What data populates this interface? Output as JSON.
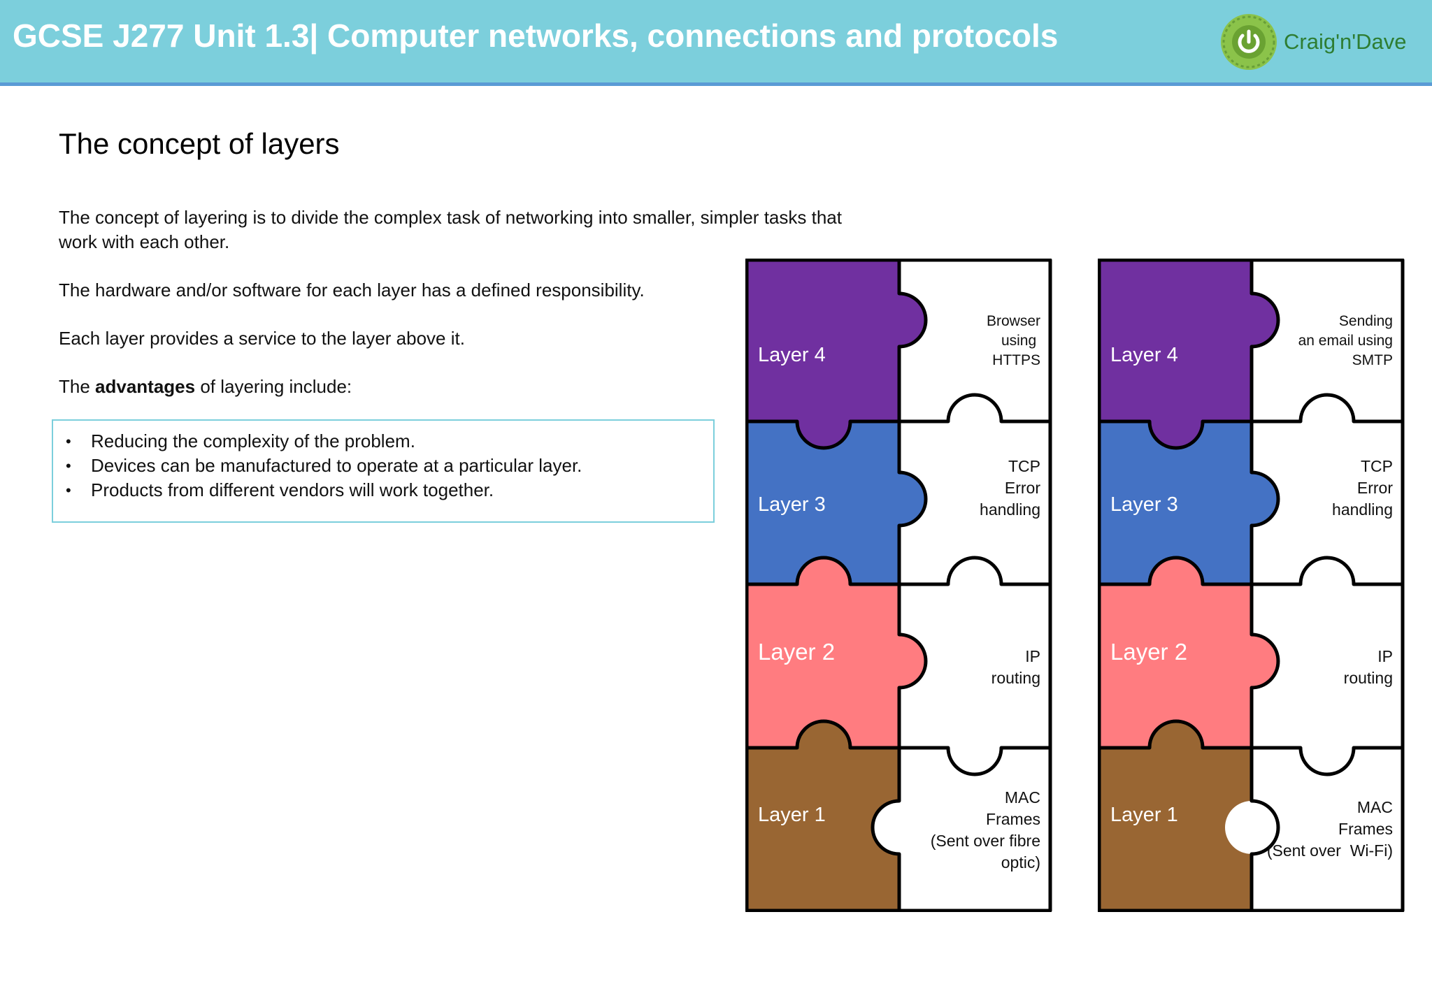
{
  "header": {
    "title": "GCSE J277 Unit 1.3| Computer networks, connections and protocols",
    "logo_text": "Craig'n'Dave",
    "logo_icon": "power-icon",
    "background_color": "#7ccfdc"
  },
  "page": {
    "title": "The concept of layers",
    "paragraph1": "The concept of layering is to divide the complex task of networking into smaller, simpler tasks that work with each other.",
    "paragraph2": "The hardware and/or software for each layer has a defined responsibility.",
    "paragraph3": "Each layer provides a service to the layer above it.",
    "paragraph4_before": "The ",
    "paragraph4_bold": "advantages",
    "paragraph4_after": " of layering include:"
  },
  "advantages": [
    "Reducing the complexity of the problem.",
    "Devices can be manufactured to operate at a particular layer.",
    "Products from different vendors will work together."
  ],
  "layer_colors": {
    "layer4": "#7030a0",
    "layer3": "#4472c4",
    "layer2": "#ff7c80",
    "layer1": "#996633"
  },
  "stacks": [
    {
      "layers": [
        {
          "label": "Layer 4",
          "protocol": "Browser\nusing \nHTTPS"
        },
        {
          "label": "Layer 3",
          "protocol": "TCP\nError\nhandling"
        },
        {
          "label": "Layer 2",
          "protocol": "IP\nrouting"
        },
        {
          "label": "Layer 1",
          "protocol": "MAC\nFrames\n(Sent over fibre\noptic)"
        }
      ]
    },
    {
      "layers": [
        {
          "label": "Layer 4",
          "protocol": "Sending\nan email using\nSMTP"
        },
        {
          "label": "Layer 3",
          "protocol": "TCP\nError\nhandling"
        },
        {
          "label": "Layer 2",
          "protocol": "IP\nrouting"
        },
        {
          "label": "Layer 1",
          "protocol": "MAC\nFrames\n(Sent over  Wi-Fi)"
        }
      ]
    }
  ]
}
